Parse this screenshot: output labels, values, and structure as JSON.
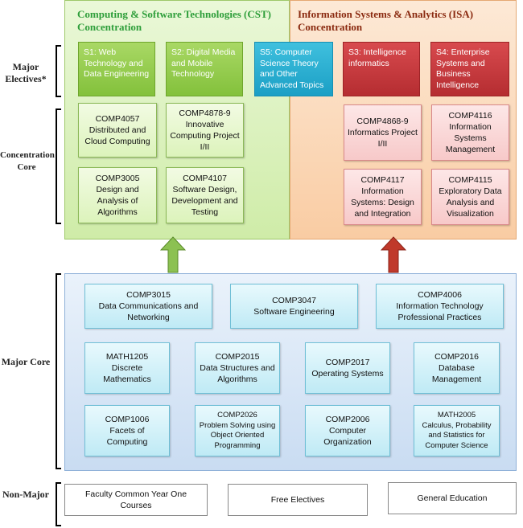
{
  "side_labels": {
    "major_electives": "Major Electives*",
    "concentration_core": "Concentration Core",
    "major_core": "Major Core",
    "non_major": "Non-Major"
  },
  "cst": {
    "title": "Computing & Software Technologies (CST) Concentration",
    "electives": [
      "S1: Web Technology and Data Engineering",
      "S2: Digital Media and Mobile Technology"
    ],
    "core": [
      {
        "code": "COMP4057",
        "name": "Distributed and Cloud Computing"
      },
      {
        "code": "COMP4878-9",
        "name": "Innovative Computing Project I/II"
      },
      {
        "code": "COMP3005",
        "name": "Design and Analysis of Algorithms"
      },
      {
        "code": "COMP4107",
        "name": "Software Design, Development and Testing"
      }
    ]
  },
  "shared_elective": "S5: Computer Science Theory and Other Advanced Topics",
  "isa": {
    "title": "Information Systems & Analytics (ISA) Concentration",
    "electives": [
      "S3: Intelligence informatics",
      "S4: Enterprise Systems and Business Intelligence"
    ],
    "core": [
      {
        "code": "COMP4868-9",
        "name": "Informatics Project I/II"
      },
      {
        "code": "COMP4116",
        "name": "Information Systems Management"
      },
      {
        "code": "COMP4117",
        "name": "Information Systems: Design and Integration"
      },
      {
        "code": "COMP4115",
        "name": "Exploratory Data Analysis and Visualization"
      }
    ]
  },
  "major_core": {
    "row1": [
      {
        "code": "COMP3015",
        "name": "Data Communications and Networking"
      },
      {
        "code": "COMP3047",
        "name": "Software Engineering"
      },
      {
        "code": "COMP4006",
        "name": "Information Technology Professional Practices"
      }
    ],
    "row2": [
      {
        "code": "MATH1205",
        "name": "Discrete Mathematics"
      },
      {
        "code": "COMP2015",
        "name": "Data Structures and Algorithms"
      },
      {
        "code": "COMP2017",
        "name": "Operating Systems"
      },
      {
        "code": "COMP2016",
        "name": "Database Management"
      }
    ],
    "row3": [
      {
        "code": "COMP1006",
        "name": "Facets of Computing"
      },
      {
        "code": "COMP2026",
        "name": "Problem Solving using Object Oriented Programming"
      },
      {
        "code": "COMP2006",
        "name": "Computer Organization"
      },
      {
        "code": "MATH2005",
        "name": "Calculus, Probability and Statistics for Computer Science"
      }
    ]
  },
  "non_major": [
    "Faculty Common Year One Courses",
    "Free Electives",
    "General Education"
  ],
  "colors": {
    "cst_title": "#2e9e3a",
    "isa_title": "#8a2a10",
    "arrow_green": "#8cc152",
    "arrow_red": "#c0392b"
  }
}
